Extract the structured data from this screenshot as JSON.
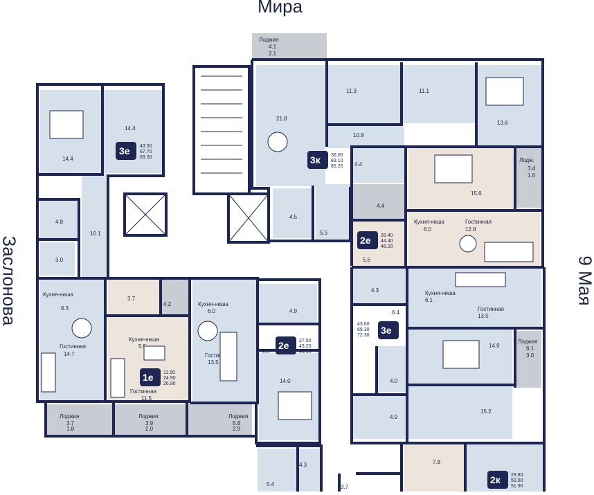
{
  "streets": {
    "top": "Мира",
    "left": "Заслонова",
    "right": "9 Мая"
  },
  "colors": {
    "wall": "#1e2653",
    "room_blue": "#d5e0ea",
    "room_beige": "#ede4dc",
    "room_gray": "#c9ccd2",
    "badge": "#1e2653",
    "background": "#ffffff"
  },
  "apartments": [
    {
      "badge": "3е",
      "areas": [
        "43.50",
        "67.70",
        "69.50"
      ]
    },
    {
      "badge": "3к",
      "areas": [
        "36.00",
        "83.10",
        "85.20"
      ]
    },
    {
      "badge": "2е",
      "areas": [
        "28.40",
        "44.40",
        "46.00"
      ]
    },
    {
      "badge": "3е",
      "areas": [
        "43.60",
        "69.30",
        "72.30"
      ]
    },
    {
      "badge": "2е",
      "areas": [
        "27.50",
        "43.20",
        "46.10"
      ]
    },
    {
      "badge": "1е",
      "areas": [
        "11.50",
        "24.90",
        "26.90"
      ]
    },
    {
      "badge": "2к",
      "areas": [
        "28.80",
        "50.60",
        "51.90"
      ]
    }
  ],
  "rooms": {
    "a1": "14.4",
    "a2": "14.4",
    "a3": "4.8",
    "a4": "3.0",
    "a5": "10.1",
    "b1": "21.8",
    "b2": "11.3",
    "b3": "11.1",
    "b4": "13.6",
    "b5": "10.9",
    "b6": "4.5",
    "b7": "5.5",
    "b8": "4.4",
    "c1": "15.6",
    "c2": "4.4",
    "c3": "12.8",
    "c4": "6.0",
    "c5": "5.6",
    "d1": "4.3",
    "d2": "6.4",
    "d3": "6.1",
    "d4": "13.5",
    "d5": "14.9",
    "d6": "4.0",
    "d7": "4.9",
    "d8": "15.2",
    "d9": "7.8",
    "e1": "6.3",
    "e2": "14.7",
    "f1": "3.7",
    "f2": "4.2",
    "f3": "5.5",
    "f4": "11.5",
    "g1": "6.0",
    "g2": "13.5",
    "g3": "4.9",
    "g4": "4.8",
    "g5": "14.0",
    "h1": "4.3",
    "h2": "5.4",
    "h3": "3.7"
  },
  "room_names": {
    "kitchen_niche": "Кухня-ниша",
    "living": "Гостинная",
    "loggia": "Лоджия"
  },
  "loggias": [
    {
      "a": "4.1",
      "b": "2.1"
    },
    {
      "a": "3.4",
      "b": "1.6"
    },
    {
      "a": "6.1",
      "b": "3.0"
    },
    {
      "a": "3.7",
      "b": "1.8"
    },
    {
      "a": "3.9",
      "b": "2.0"
    },
    {
      "a": "5.8",
      "b": "2.9"
    }
  ],
  "loggia_short": "Лодж."
}
